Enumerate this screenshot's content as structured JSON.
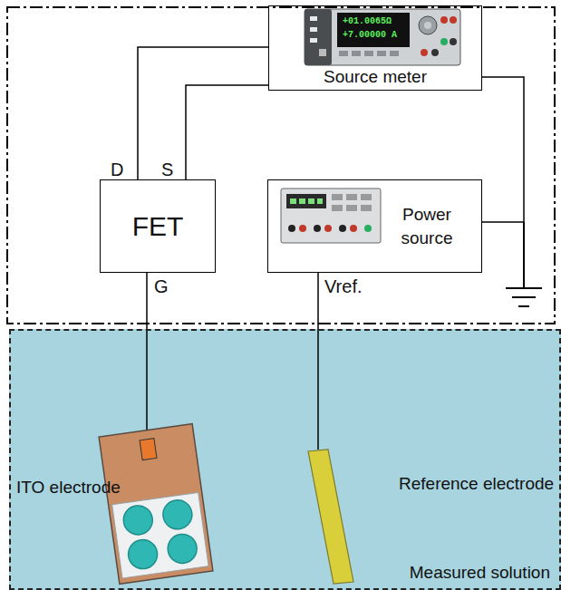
{
  "diagram": {
    "nodes": [
      {
        "text": [
          "Source meter"
        ]
      },
      {
        "text": [
          "FET"
        ]
      },
      {
        "text": [
          "Power source"
        ]
      },
      {
        "text": [
          "Measured solution"
        ]
      },
      {
        "text": [
          "ITO electrode"
        ],
        "in": 3
      },
      {
        "text": [
          "Reference electrode"
        ],
        "in": 3
      }
    ],
    "edges": [
      {
        "from": 1,
        "to": 0,
        "arrow": "none",
        "label": "D"
      },
      {
        "from": 1,
        "to": 0,
        "arrow": "none",
        "label": "S"
      },
      {
        "from": 1,
        "to": 4,
        "arrow": "none",
        "label": "G"
      },
      {
        "from": 2,
        "to": 5,
        "arrow": "none",
        "label": "Vref."
      },
      {
        "from": 0,
        "to": 2,
        "arrow": "none"
      }
    ],
    "labels": [
      "+01.0065Ω",
      "+7.00000 A"
    ]
  }
}
